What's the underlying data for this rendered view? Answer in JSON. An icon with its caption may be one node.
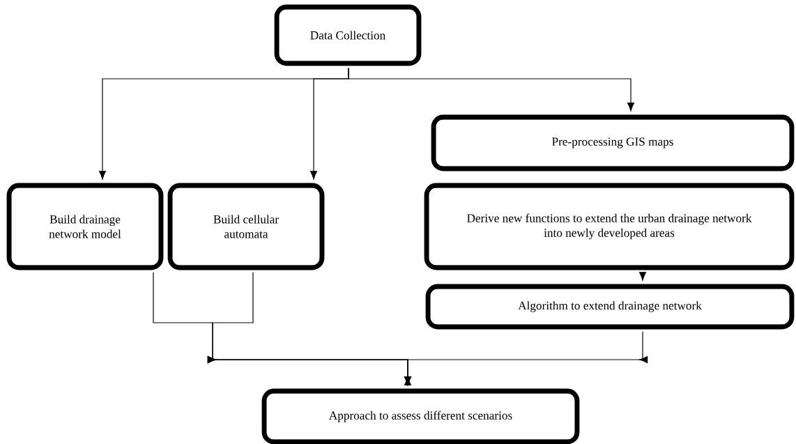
{
  "diagram": {
    "nodes": [
      {
        "text": [
          "Data Collection"
        ]
      },
      {
        "text": [
          "Pre-processing GIS maps"
        ]
      },
      {
        "text": [
          "Build drainage network model"
        ]
      },
      {
        "text": [
          "Build cellular automata"
        ]
      },
      {
        "text": [
          "Derive new functions to extend the urban drainage network into newly developed areas"
        ]
      },
      {
        "text": [
          "Algorithm to extend drainage network"
        ]
      },
      {
        "text": [
          "Approach to assess different scenarios"
        ]
      }
    ],
    "edges": [
      {
        "from": 0,
        "to": 2,
        "arrow": "to"
      },
      {
        "from": 0,
        "to": 3,
        "arrow": "to"
      },
      {
        "from": 0,
        "to": 1,
        "arrow": "to"
      },
      {
        "from": 4,
        "to": 5,
        "arrow": "to"
      },
      {
        "from": 2,
        "to": 6,
        "arrow": "to"
      },
      {
        "from": 3,
        "to": 6,
        "arrow": "to"
      },
      {
        "from": 5,
        "to": 6,
        "arrow": "to"
      }
    ]
  }
}
